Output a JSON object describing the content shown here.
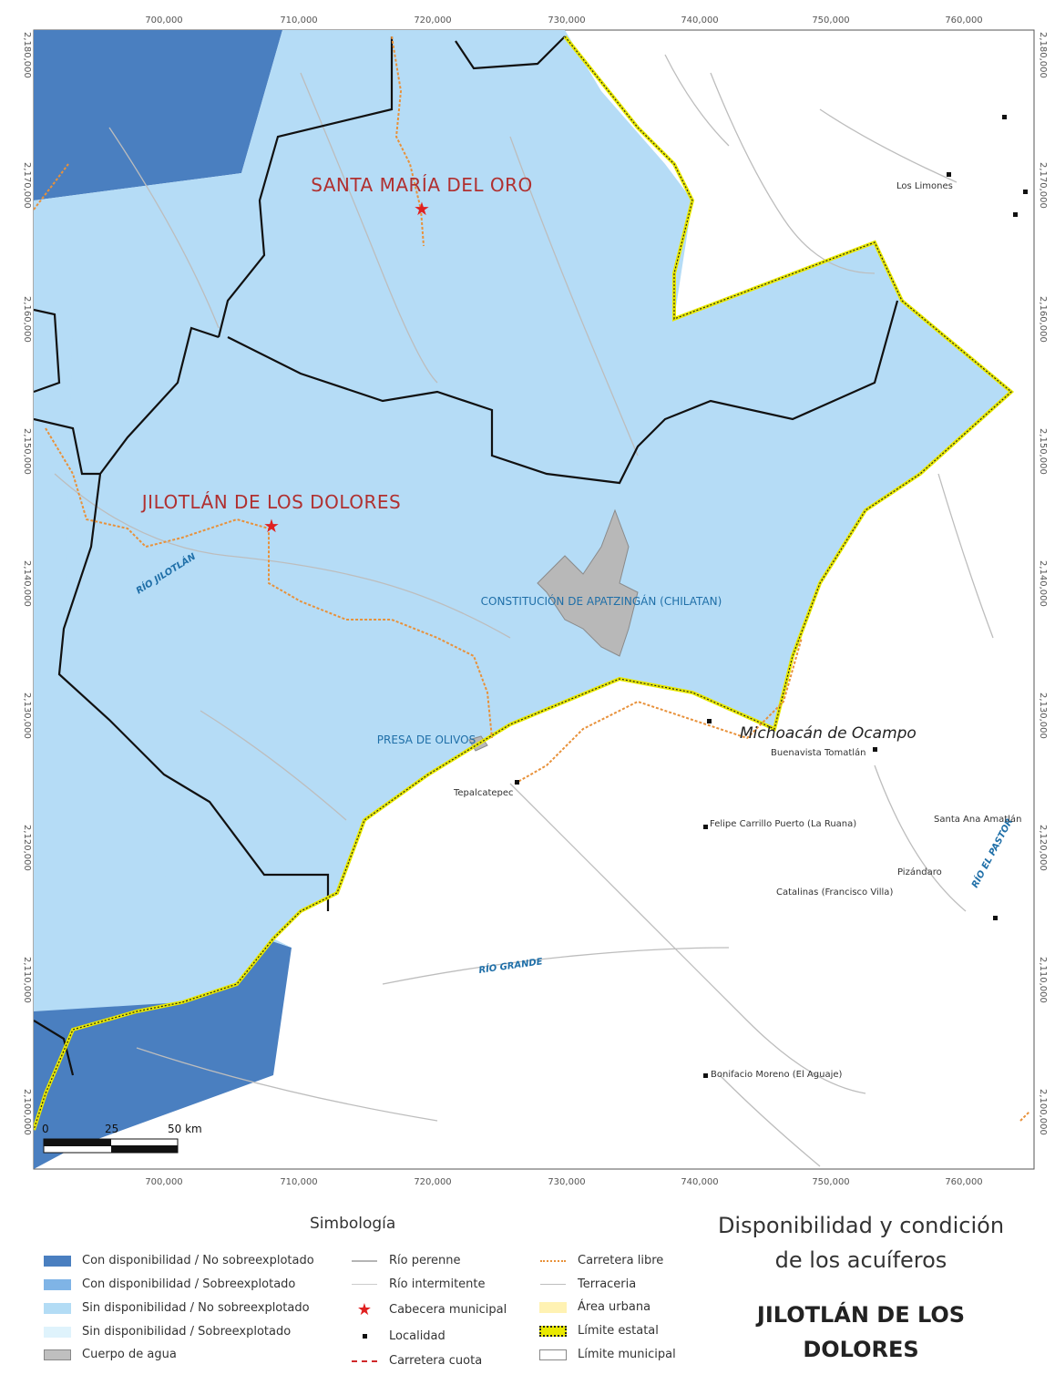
{
  "axes": {
    "x_ticks": [
      "700,000",
      "710,000",
      "720,000",
      "730,000",
      "740,000",
      "750,000",
      "760,000"
    ],
    "y_ticks": [
      "2,180,000",
      "2,170,000",
      "2,160,000",
      "2,150,000",
      "2,140,000",
      "2,130,000",
      "2,120,000",
      "2,110,000",
      "2,100,000"
    ]
  },
  "labels": {
    "muni_santa_maria": "SANTA MARÍA DEL ORO",
    "muni_jilotlan": "JILOTLÁN DE LOS DOLORES",
    "reservoir_chilatan": "CONSTITUCIÓN DE APATZINGÁN (CHILATAN)",
    "reservoir_olivos": "PRESA DE OLIVOS",
    "river_jilotlan": "RÍO JILOTLÁN",
    "river_grande": "RÍO GRANDE",
    "river_pastor": "RÍO EL PASTOR",
    "state": "Michoacán de Ocampo"
  },
  "localities": [
    "Los Limones",
    "Tepalcatepec",
    "Buenavista Tomatlán",
    "Felipe Carrillo Puerto (La Ruana)",
    "Santa Ana Amatlán",
    "Pizándaro",
    "Catalinas (Francisco Villa)",
    "Bonifacio Moreno (El Aguaje)"
  ],
  "scale_bar": {
    "labels": [
      "0",
      "25",
      "50 km"
    ]
  },
  "legend": {
    "title": "Simbología",
    "items": [
      {
        "label": "Con disponibilidad / No sobreexplotado",
        "color": "#4a7fc0"
      },
      {
        "label": "Con disponibilidad / Sobreexplotado",
        "color": "#7fb4e6"
      },
      {
        "label": "Sin disponibilidad / No sobreexplotado",
        "color": "#b3dcf5"
      },
      {
        "label": "Sin disponibilidad / Sobreexplotado",
        "color": "#dff3fc"
      },
      {
        "label": "Cuerpo de agua",
        "color": "#bfbfbf"
      },
      {
        "label": "Río perenne",
        "color": "#b5b5b5"
      },
      {
        "label": "Río intermitente",
        "color": "#cccccc"
      },
      {
        "label": "Cabecera municipal",
        "color": "#e02020"
      },
      {
        "label": "Localidad",
        "color": "#111111"
      },
      {
        "label": "Carretera cuota",
        "color": "#d0282a"
      },
      {
        "label": "Carretera libre",
        "color": "#e8913a"
      },
      {
        "label": "Terraceria",
        "color": "#bdbdbd"
      },
      {
        "label": "Área urbana",
        "color": "#fff2b3"
      },
      {
        "label": "Límite estatal",
        "color": "#e8e800"
      },
      {
        "label": "Límite municipal",
        "color": "#888888"
      }
    ]
  },
  "title": {
    "line1": "Disponibilidad y condición",
    "line2": "de los acuíferos",
    "municipality_line1": "JILOTLÁN DE LOS",
    "municipality_line2": "DOLORES"
  }
}
